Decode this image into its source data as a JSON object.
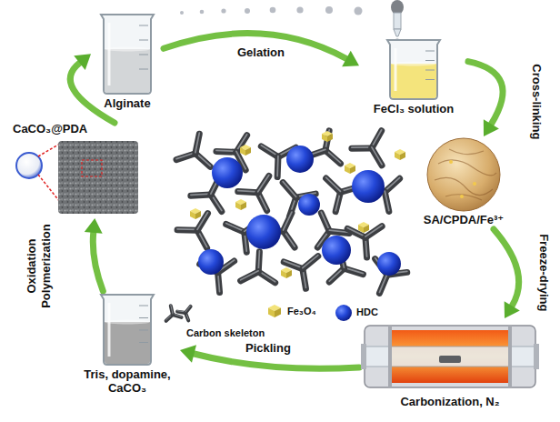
{
  "diagram": {
    "nodes": [
      {
        "text": [
          "Alginate"
        ]
      },
      {
        "text": [
          "FeCl₃ solution"
        ]
      },
      {
        "text": [
          "SA/CPDA/Fe³⁺"
        ]
      },
      {
        "text": [
          "Carbonization, N₂"
        ]
      },
      {
        "text": [
          "Tris, dopamine, CaCO₃"
        ]
      },
      {
        "text": [
          "CaCO₃@PDA"
        ]
      }
    ],
    "edges": [
      {
        "from": 0,
        "to": 1,
        "label": "Gelation",
        "arrow": "to"
      },
      {
        "from": 1,
        "to": 2,
        "label": "Cross-linking",
        "arrow": "to"
      },
      {
        "from": 2,
        "to": 3,
        "label": "Freeze-drying",
        "arrow": "to"
      },
      {
        "from": 3,
        "to": 4,
        "label": "Pickling",
        "arrow": "to"
      },
      {
        "from": 4,
        "to": 5,
        "label": "Oxidation Polymerization",
        "arrow": "to"
      },
      {
        "from": 5,
        "to": 0,
        "arrow": "to"
      }
    ],
    "legend": [
      {
        "text": "Carbon skeleton"
      },
      {
        "text": "Fe₃O₄"
      },
      {
        "text": "HDC"
      }
    ]
  }
}
